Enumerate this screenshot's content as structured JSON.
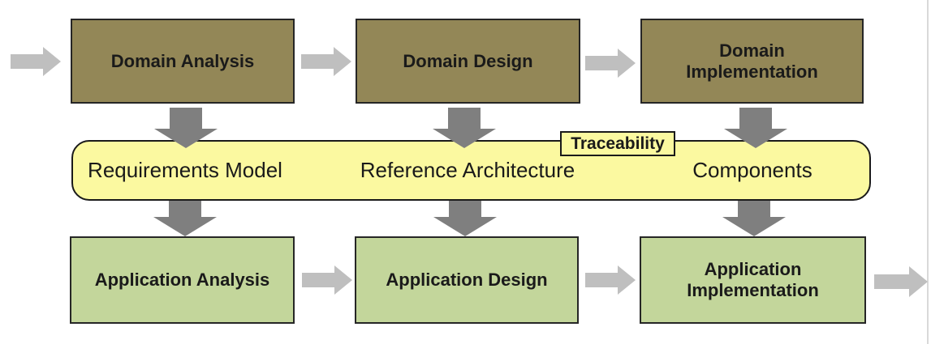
{
  "colors": {
    "domain_box_fill": "#938757",
    "application_box_fill": "#c3d69b",
    "band_fill": "#fbf9a0",
    "box_border": "#262626",
    "band_border": "#1a1a1a",
    "flow_arrow": "#bfbfbf",
    "mapping_arrow": "#7f7f7f",
    "text": "#1a1a1a"
  },
  "top_row": {
    "boxes": [
      {
        "label": "Domain Analysis"
      },
      {
        "label": "Domain Design"
      },
      {
        "label": "Domain Implementation"
      }
    ]
  },
  "band": {
    "tag_label": "Traceability",
    "artifacts": [
      {
        "label": "Requirements Model"
      },
      {
        "label": "Reference Architecture"
      },
      {
        "label": "Components"
      }
    ]
  },
  "bottom_row": {
    "boxes": [
      {
        "label": "Application Analysis"
      },
      {
        "label": "Application Design"
      },
      {
        "label": "Application Implementation"
      }
    ]
  }
}
